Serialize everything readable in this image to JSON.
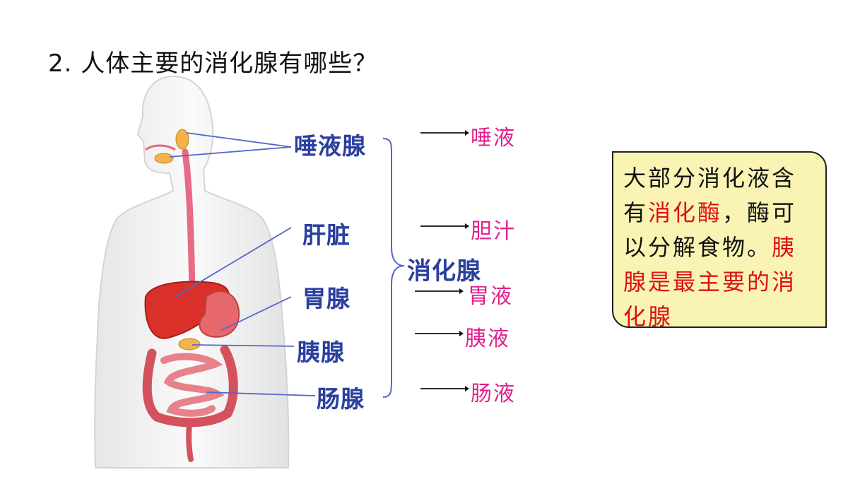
{
  "title": "2. 人体主要的消化腺有哪些？",
  "glands": {
    "salivary": "唾液腺",
    "liver": "肝脏",
    "gastric": "胃腺",
    "pancreas": "胰腺",
    "intestinal": "肠腺"
  },
  "group_label": "消化腺",
  "juices": {
    "saliva": "唾液",
    "bile": "胆汁",
    "gastric": "胃液",
    "pancreatic": "胰液",
    "intestinal": "肠液"
  },
  "note": {
    "part1": "大部分消化液含有",
    "highlight1": "消化酶",
    "part2": "，酶可以分解食物。",
    "highlight2": "胰腺是最主要的消化腺"
  },
  "colors": {
    "label_blue": "#2b3f9e",
    "juice_pink": "#e0208c",
    "note_bg": "#faf4b4",
    "highlight_red": "#d11111",
    "leader_line": "#5566cc"
  }
}
